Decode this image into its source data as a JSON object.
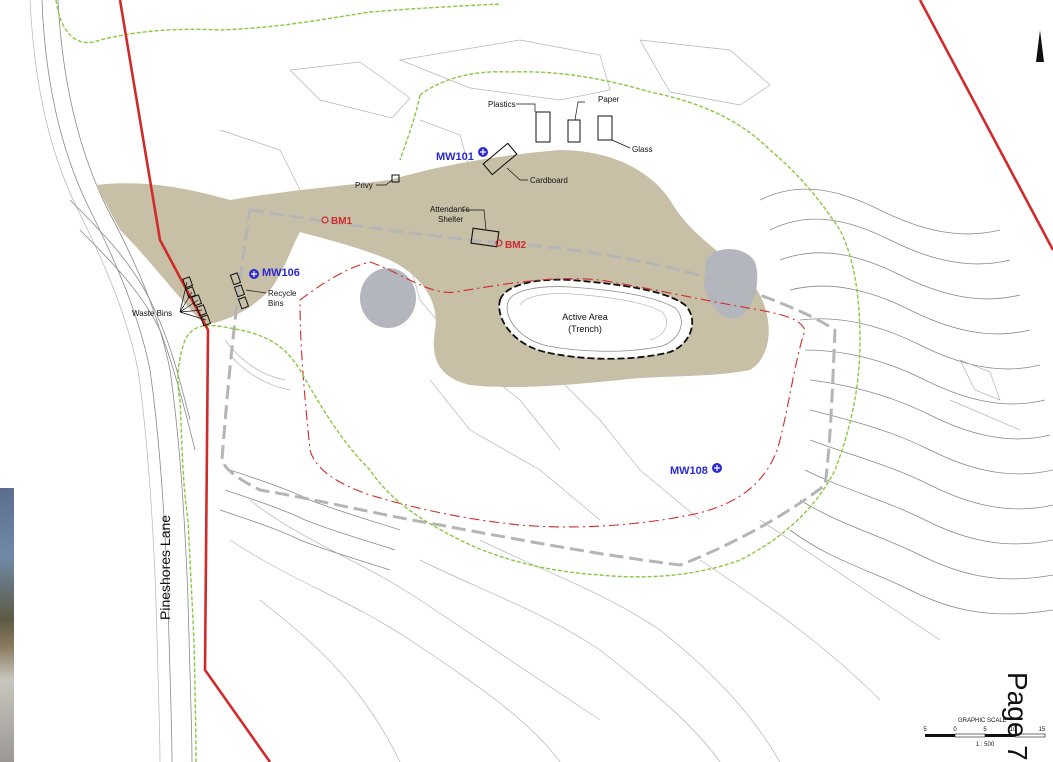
{
  "map": {
    "road_label": "Pineshores Lane",
    "area_label_line1": "Active Area",
    "area_label_line2": "(Trench)",
    "wells": {
      "mw101": "MW101",
      "mw106": "MW106",
      "mw108": "MW108"
    },
    "benchmarks": {
      "bm1": "BM1",
      "bm2": "BM2"
    },
    "features": {
      "plastics": "Plastics",
      "paper": "Paper",
      "glass": "Glass",
      "cardboard": "Cardboard",
      "privy": "Privy",
      "shelter_line1": "Attendant's",
      "shelter_line2": "Shelter",
      "recycle_line1": "Recycle",
      "recycle_line2": "Bins",
      "waste_bins": "Waste Bins"
    },
    "scale": {
      "title": "GRAPHIC SCALE",
      "ticks": [
        "5",
        "0",
        "5",
        "10",
        "15"
      ],
      "ratio": "1 : 500"
    },
    "colors": {
      "property_line": "#d12a2a",
      "vegetation_line": "#8cc63f",
      "disturbed_area": "#c8bfa7",
      "pond": "#b4b6be",
      "well_marker": "#2a2ad0"
    }
  },
  "page": {
    "label": "Page 7"
  }
}
